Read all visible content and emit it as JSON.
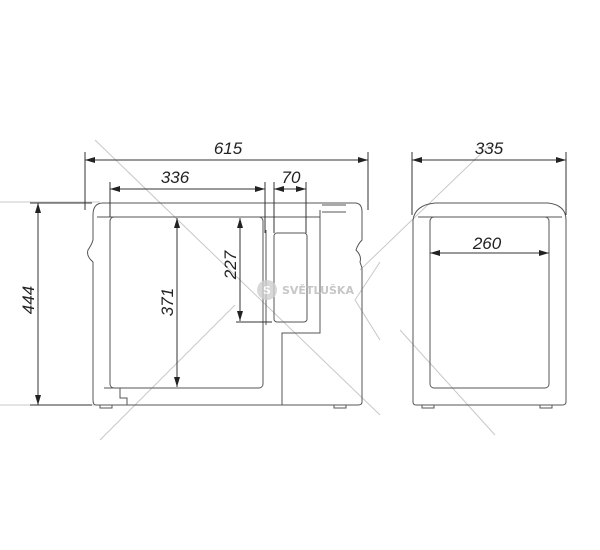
{
  "drawing": {
    "front_view": {
      "overall_width": "615",
      "bin_width": "336",
      "small_bin_width": "70",
      "bin_height": "371",
      "small_bin_height": "227",
      "overall_height": "444"
    },
    "side_view": {
      "overall_depth": "335",
      "bin_depth": "260"
    },
    "watermark": {
      "brand": "SVĚTLUŠKA",
      "logo_letter": "S"
    },
    "colors": {
      "line": "#555555",
      "dim": "#333333",
      "watermark": "#bbbbbb"
    }
  }
}
